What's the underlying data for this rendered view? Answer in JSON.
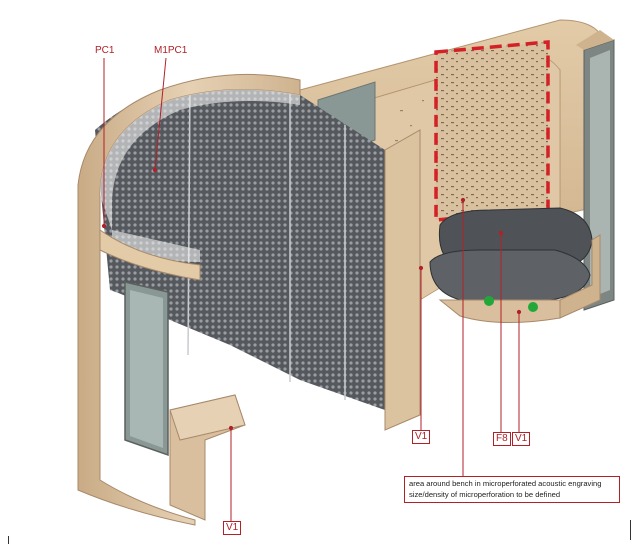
{
  "labels": {
    "pc1": "PC1",
    "m1pc1": "M1PC1",
    "v1_center": "V1",
    "f8": "F8",
    "v1_right": "V1",
    "v1_bottom": "V1"
  },
  "note": {
    "line1": "area around bench in microperforated acoustic engraving",
    "line2": "size/density of  microperforation to be defined"
  },
  "colors": {
    "label_red": "#b22028",
    "highlight_dash": "#d42127",
    "wood": "#d9bf9d",
    "panel_dark": "#5b5e62",
    "bench": "#4f5357",
    "glass": "#8a9895",
    "led": "#22a838"
  }
}
